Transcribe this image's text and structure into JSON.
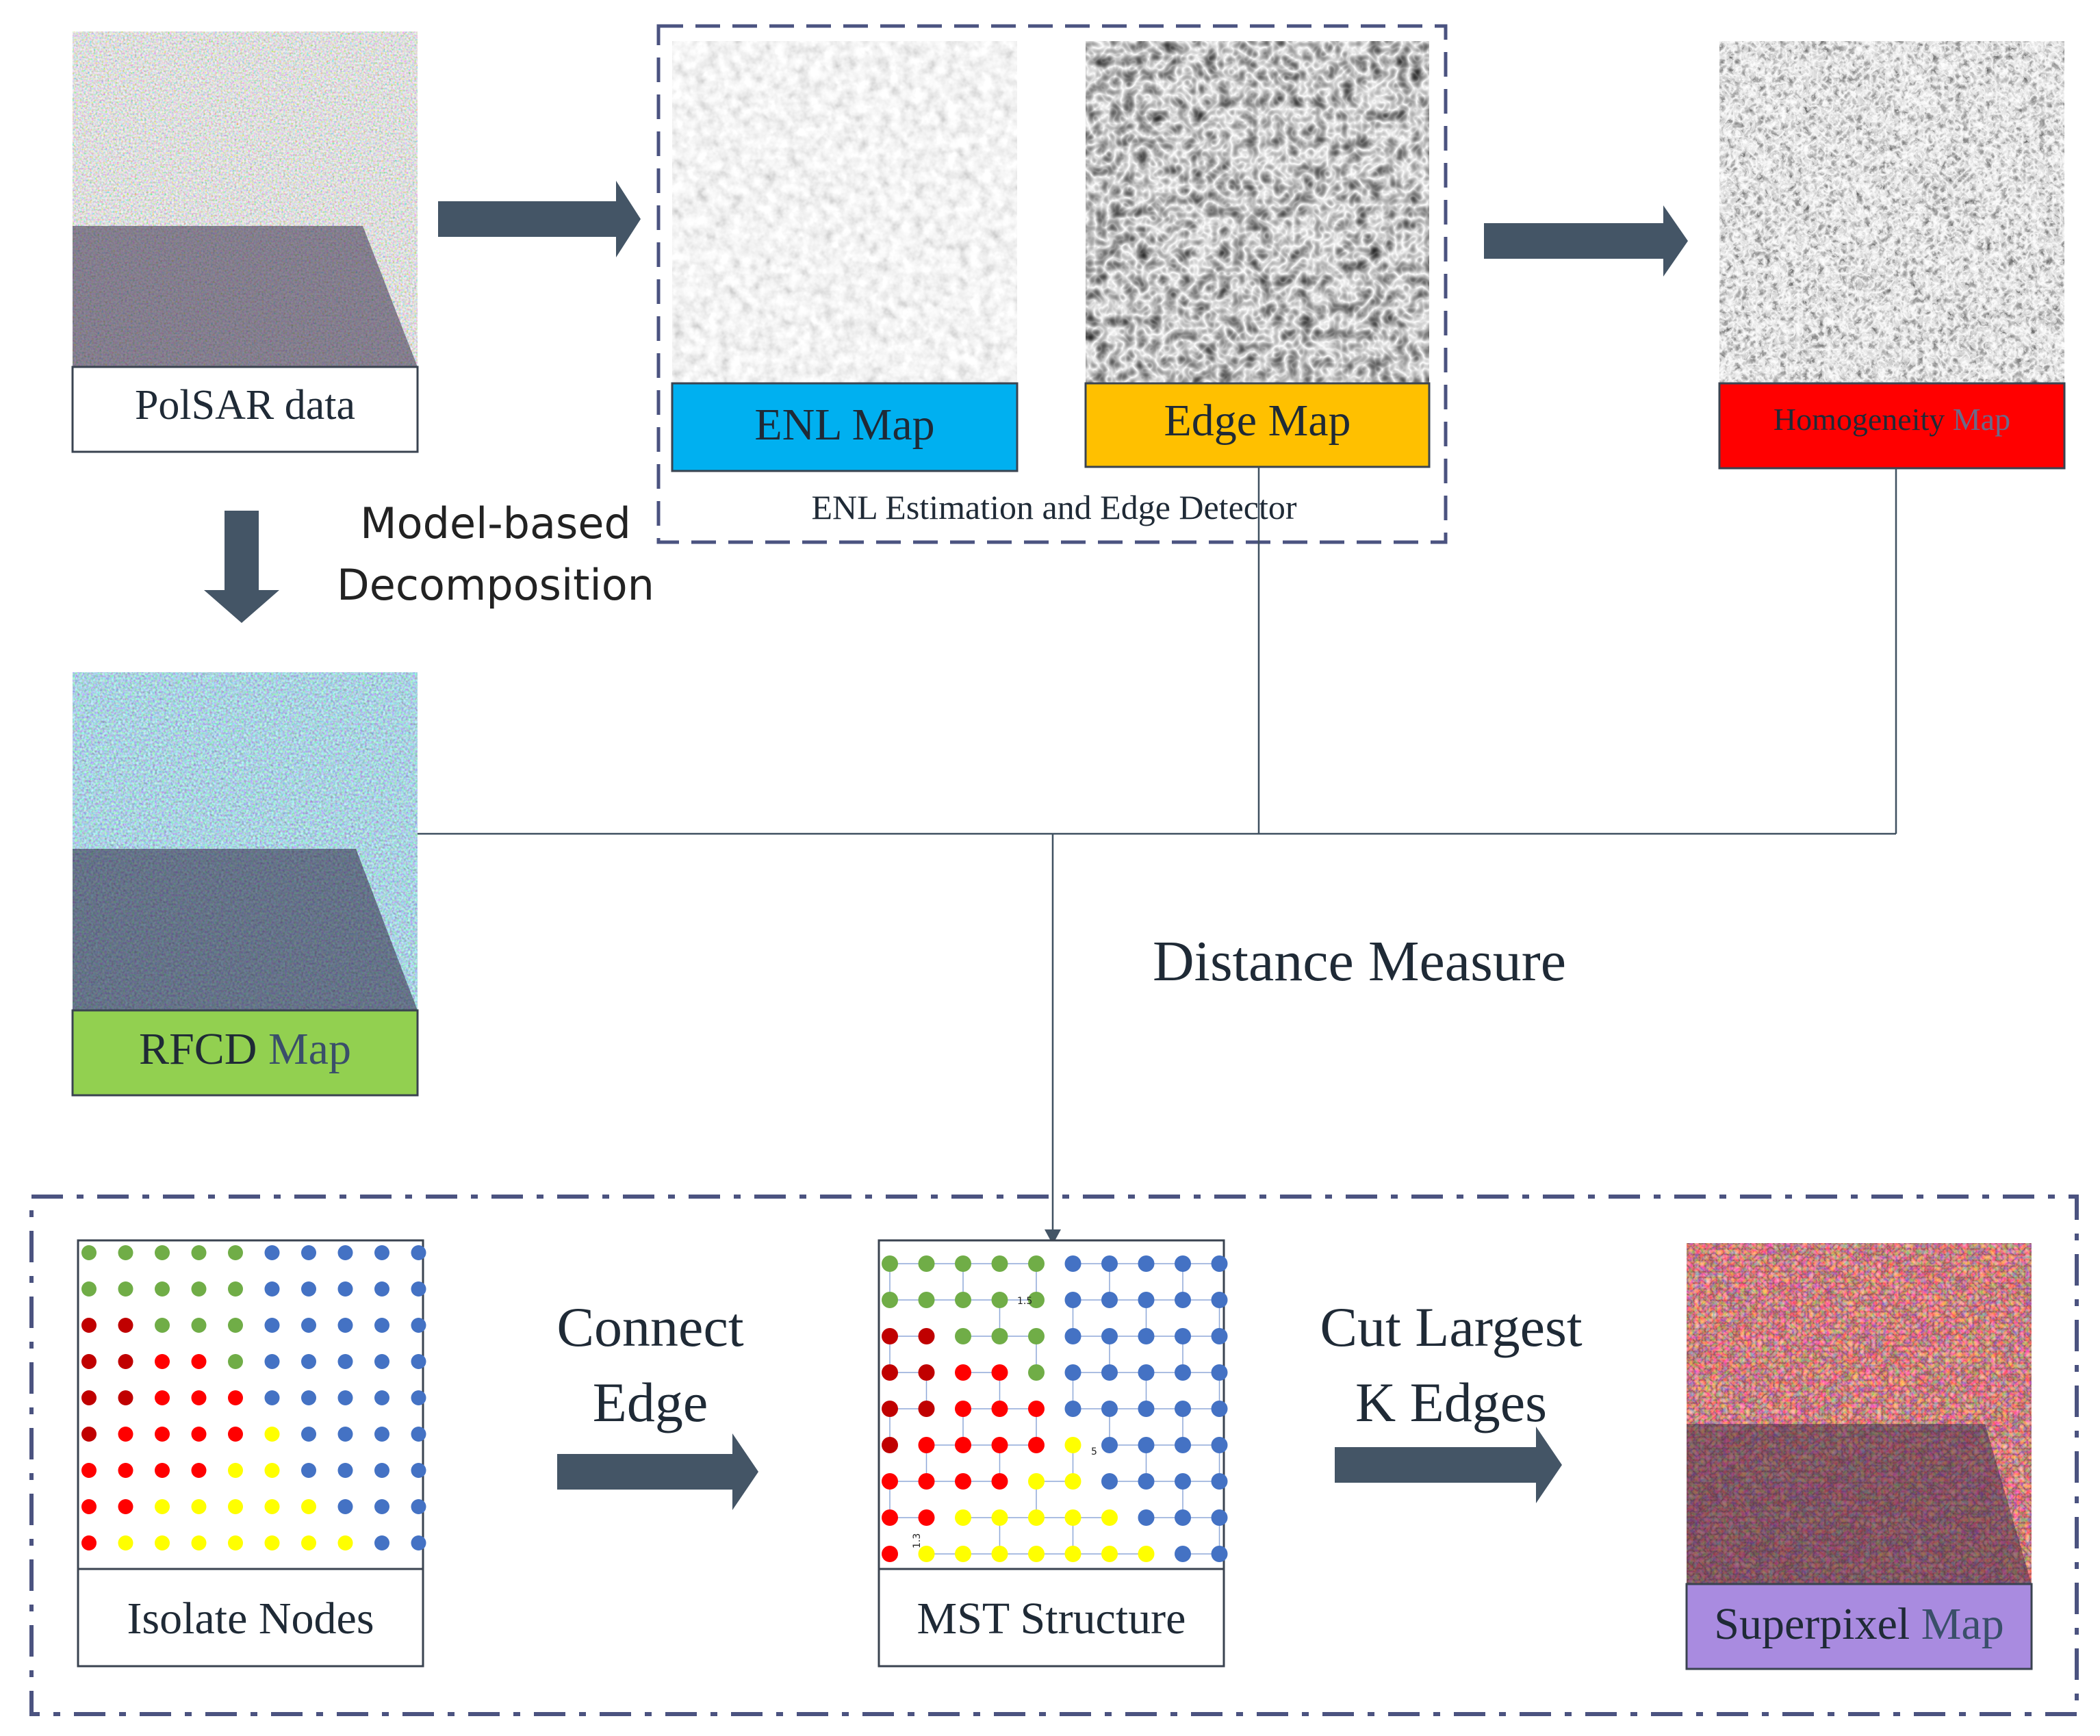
{
  "labels": {
    "polsar": "PolSAR data",
    "enl": "ENL Map",
    "edge": "Edge Map",
    "homogeneity_a": "Homogeneity",
    "homogeneity_b": "Map",
    "rfcd_a": "RFCD",
    "rfcd_b": "Map",
    "group_caption": "ENL Estimation and Edge Detector",
    "model_based_1": "Model-based",
    "model_based_2": "Decomposition",
    "distance": "Distance Measure",
    "isolate": "Isolate Nodes",
    "mst": "MST Structure",
    "superpixel_a": "Superpixel",
    "superpixel_b": "Map",
    "connect_1": "Connect",
    "connect_2": "Edge",
    "cut_1": "Cut Largest",
    "cut_2": "K Edges",
    "mst_weight_1": "1.5",
    "mst_weight_2": "5",
    "mst_weight_3": "1.3"
  },
  "colors": {
    "enl_bar": "#00b0f0",
    "edge_bar": "#ffc000",
    "homogeneity_bar": "#ff0000",
    "rfcd_bar": "#92d050",
    "superpixel_bar": "#a98be0",
    "dash_border": "#4b5380",
    "arrow": "#445566",
    "node_green": "#70ad47",
    "node_darkred": "#c00000",
    "node_red": "#ff0000",
    "node_yellow": "#ffff00",
    "node_blue": "#4472c4"
  },
  "node_grid": [
    "GGGGGBBBBB",
    "GGGGGBBBBB",
    "DDGGGBBBBB",
    "DDRRGBBBBB",
    "DDRRRBBBBB",
    "DRRRRYBBBB",
    "RRRRYYBBBB",
    "RRYYYYYBBB",
    "RYYYYYYYBB"
  ]
}
